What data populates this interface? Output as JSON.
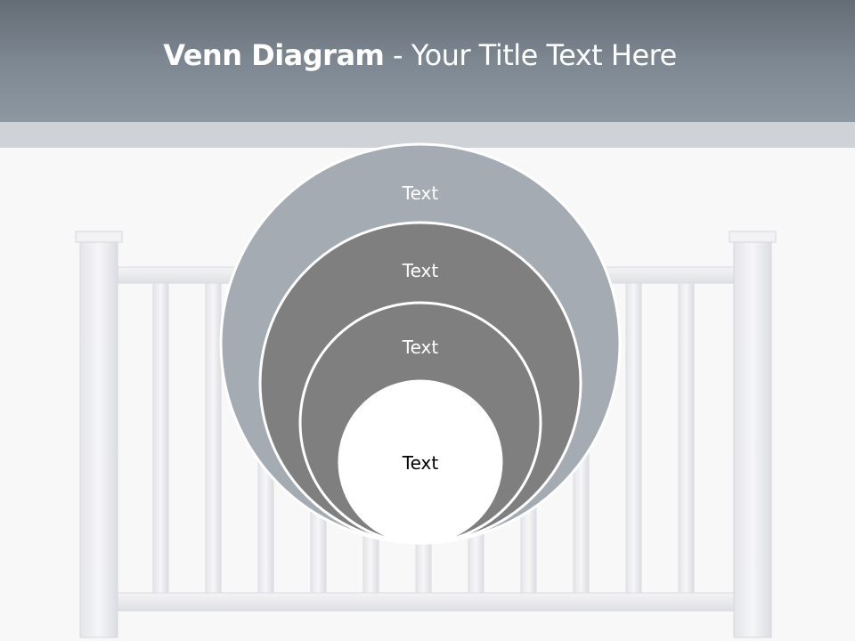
{
  "title": {
    "bold": "Venn Diagram",
    "separator": " - ",
    "rest": "Your Title Text Here"
  },
  "circles": [
    {
      "label": "Text",
      "fill": "#a4abb3",
      "text_color": "#ffffff"
    },
    {
      "label": "Text",
      "fill": "#7f7f7f",
      "text_color": "#ffffff"
    },
    {
      "label": "Text",
      "fill": "#7f7f7f",
      "text_color": "#ffffff"
    },
    {
      "label": "Text",
      "fill": "#ffffff",
      "text_color": "#000000"
    }
  ],
  "colors": {
    "header_top": "#646c75",
    "header_bottom": "#8e98a2",
    "band": "#cfd2d6",
    "background": "#f8f8f9",
    "fence": "#ececef",
    "fence_shadow": "#d9dadf"
  }
}
